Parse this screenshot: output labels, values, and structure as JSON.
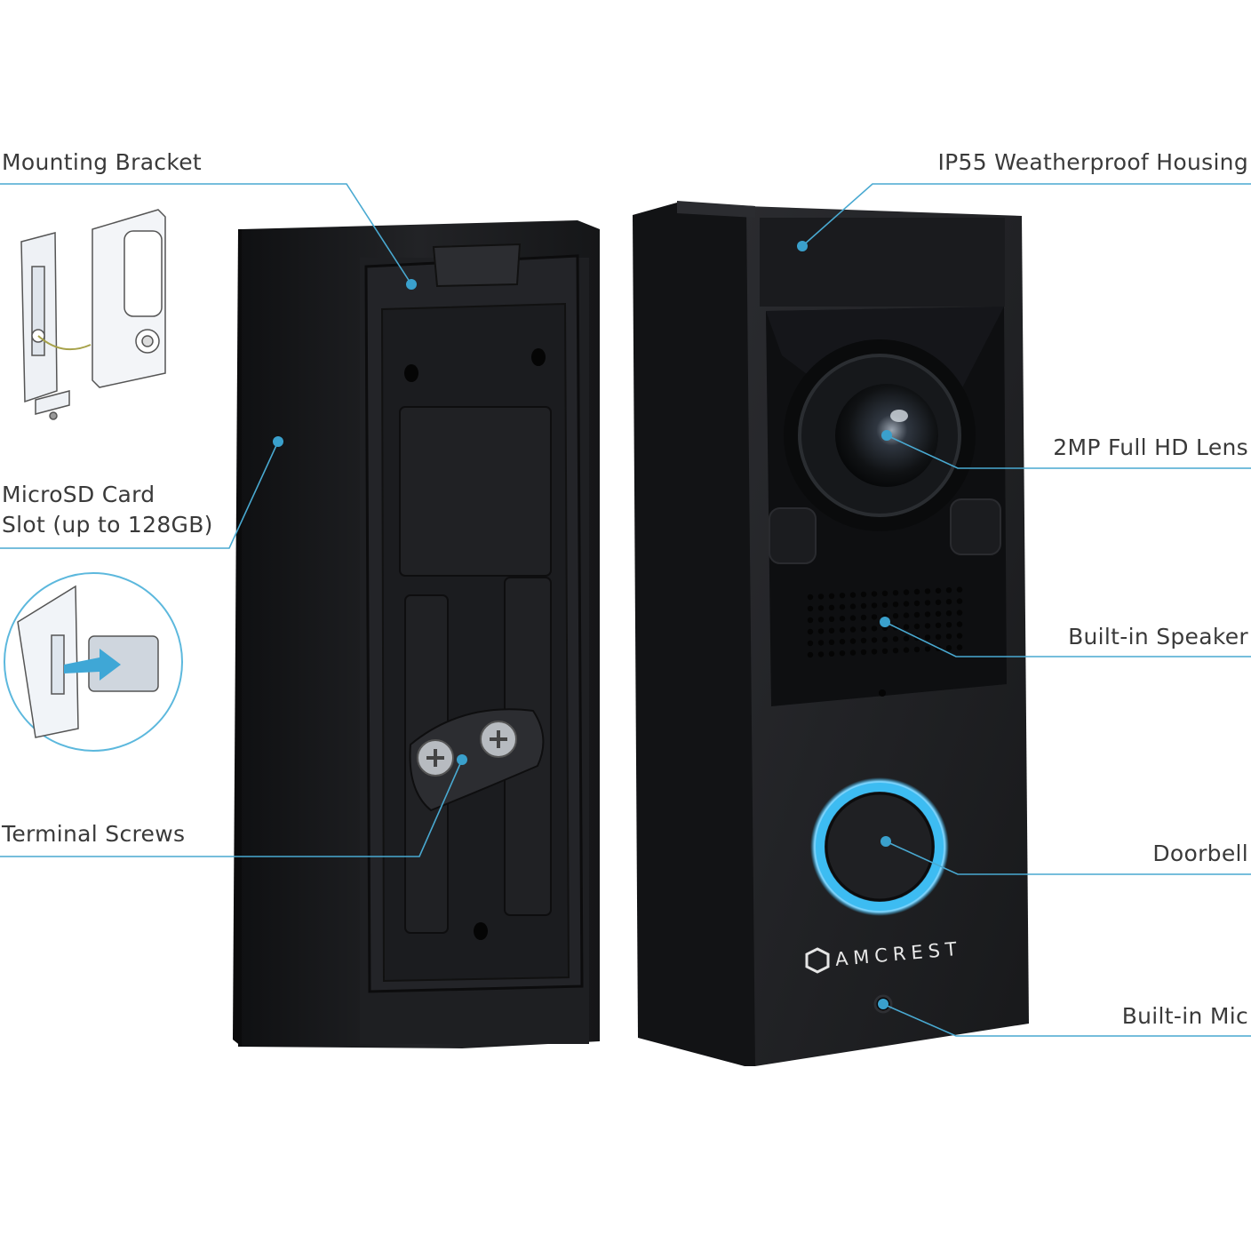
{
  "labels": {
    "mounting_bracket": "Mounting Bracket",
    "microsd_line1": "MicroSD Card",
    "microsd_line2": "Slot (up to 128GB)",
    "terminal_screws": "Terminal Screws",
    "housing": "IP55 Weatherproof Housing",
    "lens": "2MP Full HD Lens",
    "speaker": "Built-in Speaker",
    "doorbell": "Doorbell",
    "mic": "Built-in Mic"
  },
  "brand": "AMCREST",
  "colors": {
    "callout": "#3aa0cc",
    "device": "#1c1d20",
    "ring": "#35b6f0"
  }
}
